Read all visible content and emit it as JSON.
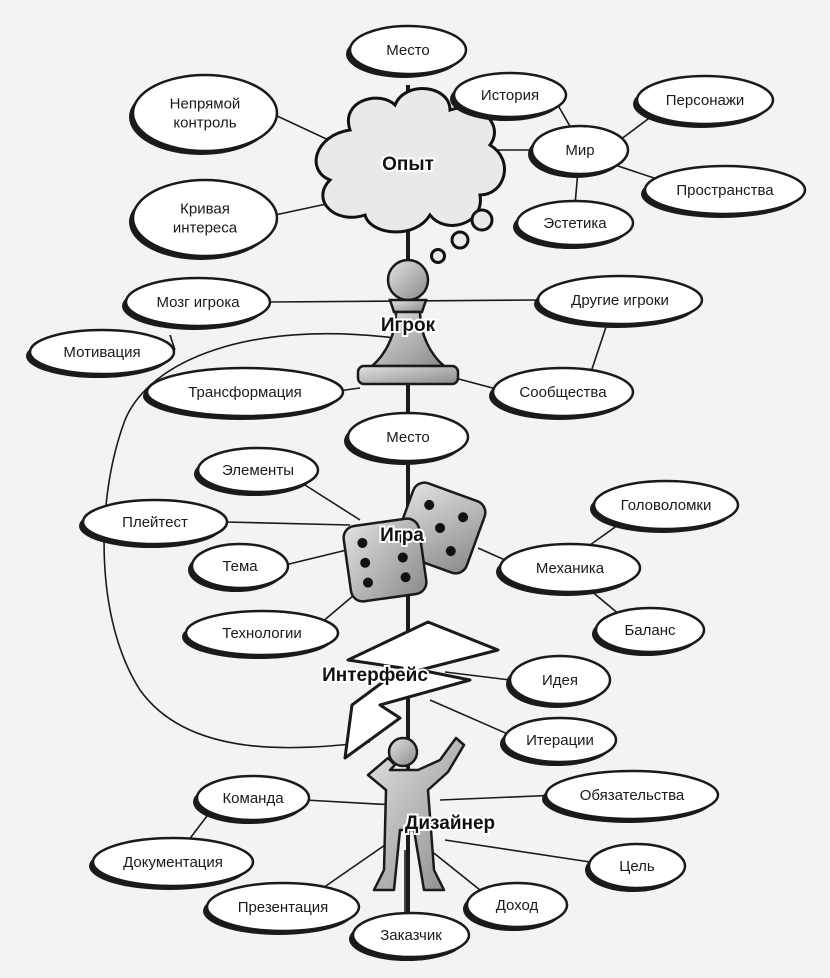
{
  "hubs": {
    "experience": "Опыт",
    "player": "Игрок",
    "game": "Игра",
    "interface": "Интерфейс",
    "designer": "Дизайнер"
  },
  "nodes": {
    "place_top": "Место",
    "indirect_control": "Непрямой\nконтроль",
    "story": "История",
    "characters": "Персонажи",
    "world": "Мир",
    "spaces": "Пространства",
    "aesthetics": "Эстетика",
    "interest_curve": "Кривая\nинтереса",
    "player_mind": "Мозг игрока",
    "other_players": "Другие игроки",
    "motivation": "Мотивация",
    "transformation": "Трансформация",
    "communities": "Сообщества",
    "place_mid": "Место",
    "elements": "Элементы",
    "playtest": "Плейтест",
    "puzzles": "Головоломки",
    "theme": "Тема",
    "mechanics": "Механика",
    "technology": "Технологии",
    "balance": "Баланс",
    "idea": "Идея",
    "iterations": "Итерации",
    "team": "Команда",
    "obligations": "Обязательства",
    "documentation": "Документация",
    "goal": "Цель",
    "presentation": "Презентация",
    "profit": "Доход",
    "client": "Заказчик"
  },
  "colors": {
    "background": "#f3f3f3",
    "ink": "#1a1a1a",
    "node_fill": "#ffffff",
    "figure_gray": "#bdbdbd",
    "cloud_gray": "#e9e9e9"
  }
}
